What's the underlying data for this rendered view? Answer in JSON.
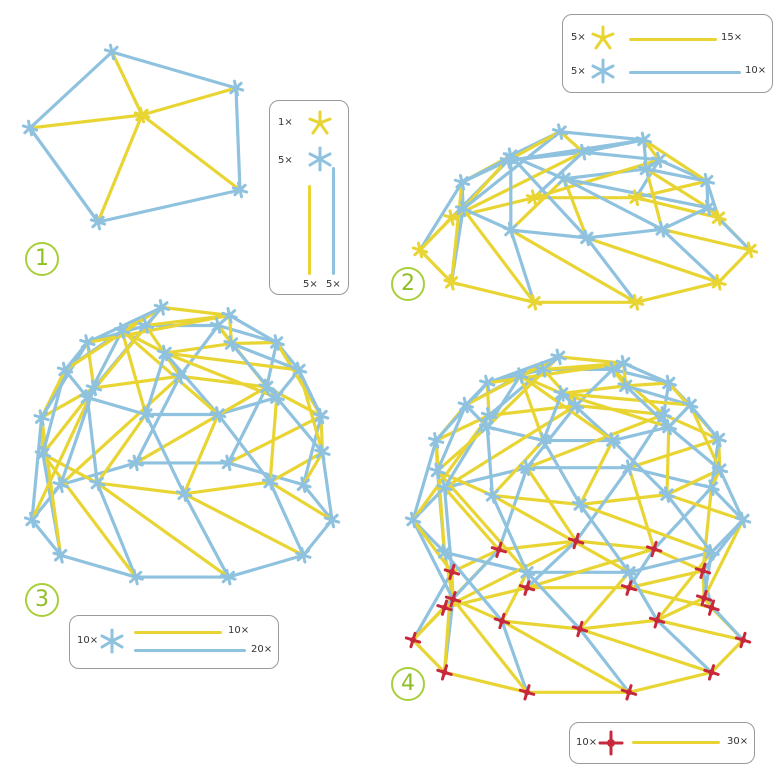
{
  "steps": [
    {
      "number": "1"
    },
    {
      "number": "2"
    },
    {
      "number": "3"
    },
    {
      "number": "4"
    }
  ],
  "legend1": {
    "hub_yellow_qty": "1×",
    "hub_blue_qty": "5×",
    "rod_yellow_qty": "5×",
    "rod_blue_qty": "5×"
  },
  "legend2": {
    "hub_yellow_qty": "5×",
    "rod_yellow_qty": "15×",
    "hub_blue_qty": "5×",
    "rod_blue_qty": "10×"
  },
  "legend3": {
    "hub_blue_qty": "10×",
    "rod_yellow_qty": "10×",
    "rod_blue_qty": "20×"
  },
  "legend4": {
    "hub_red_qty": "10×",
    "rod_yellow_qty": "30×"
  },
  "colors": {
    "yellow": "#e8d534",
    "blue": "#8fc2df",
    "red": "#c8283c",
    "accent": "#a8cf3a"
  }
}
